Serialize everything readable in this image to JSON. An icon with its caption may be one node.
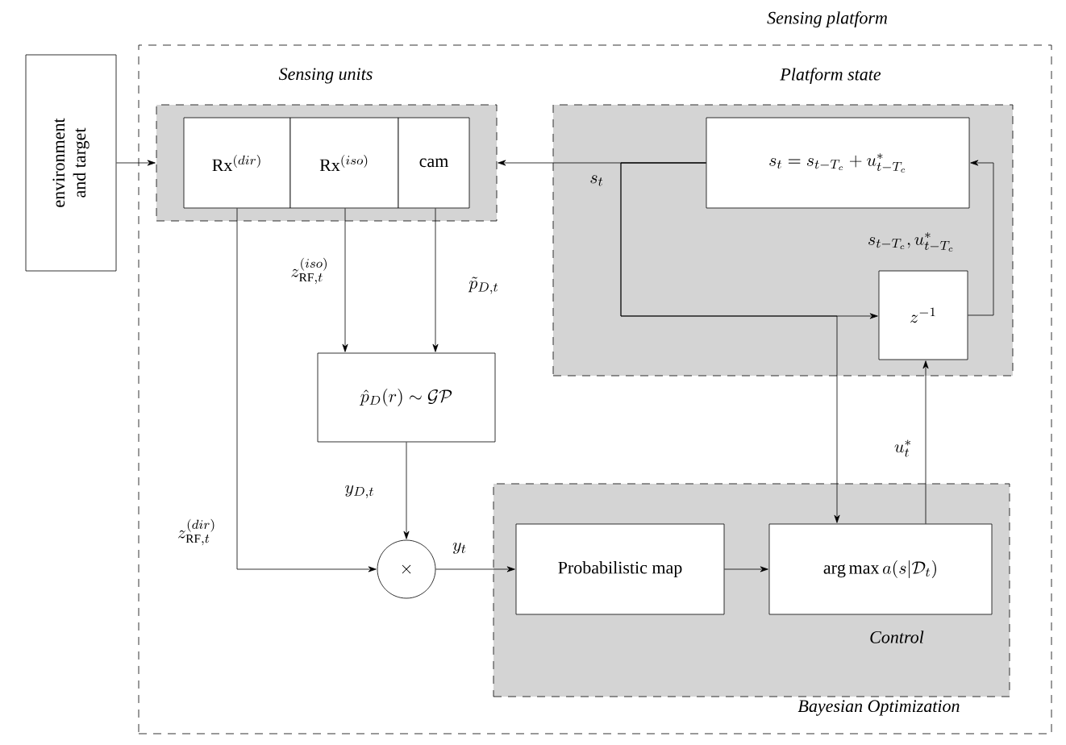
{
  "diagram": {
    "nodes": [
      {
        "text": [
          "Sensing platform",
          "Bayesian Optimization"
        ]
      },
      {
        "text": [
          "environment and target"
        ]
      },
      {
        "text": [
          "Sensing units"
        ],
        "in": 0
      },
      {
        "text": [
          "\\mathrm{Rx}^{(dir)}"
        ],
        "in": 2
      },
      {
        "text": [
          "\\mathrm{Rx}^{(iso)}"
        ],
        "in": 2
      },
      {
        "text": [
          "cam"
        ],
        "in": 2
      },
      {
        "text": [
          "Platform state"
        ],
        "in": 0
      },
      {
        "text": [
          "s_t = s_{t-T_c} + u^*_{t-T_c}"
        ],
        "in": 6
      },
      {
        "text": [
          "z^{-1}"
        ],
        "in": 6
      },
      {
        "text": [
          "\\hat{p}_D(r) \\sim \\mathcal{GP}"
        ],
        "in": 0
      },
      {
        "text": [
          "\\times"
        ],
        "in": 0
      },
      {
        "text": [
          "Control"
        ],
        "in": 0
      },
      {
        "text": [
          "Probabilistic map"
        ],
        "in": 11
      },
      {
        "text": [
          "\\arg\\max a(s|\\mathcal{D}_t)"
        ],
        "in": 11
      }
    ],
    "edges": [
      {
        "from": 1,
        "to": 2,
        "arrow": "to"
      },
      {
        "from": 7,
        "to": 2,
        "arrow": "to",
        "label": "s_t"
      },
      {
        "from": 7,
        "to": 8,
        "arrow": "to"
      },
      {
        "from": 7,
        "to": 13,
        "arrow": "to"
      },
      {
        "from": 8,
        "to": 7,
        "arrow": "to",
        "label": "s_{t-T_c}, u^*_{t-T_c}"
      },
      {
        "from": 13,
        "to": 8,
        "arrow": "to",
        "label": "u^*_t"
      },
      {
        "from": 4,
        "to": 9,
        "arrow": "to",
        "label": "z^{(iso)}_{\\mathrm{RF},t}"
      },
      {
        "from": 5,
        "to": 9,
        "arrow": "to",
        "label": "\\tilde{p}_{D,t}"
      },
      {
        "from": 9,
        "to": 10,
        "arrow": "to",
        "label": "y_{D,t}"
      },
      {
        "from": 3,
        "to": 10,
        "arrow": "to",
        "label": "z^{(dir)}_{\\mathrm{RF},t}"
      },
      {
        "from": 10,
        "to": 12,
        "arrow": "to",
        "label": "y_t"
      },
      {
        "from": 12,
        "to": 13,
        "arrow": "to"
      }
    ]
  }
}
